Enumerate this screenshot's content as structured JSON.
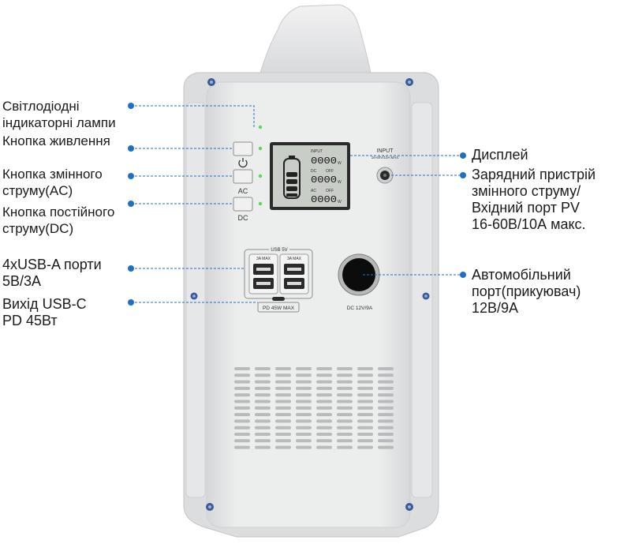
{
  "callouts_left": [
    {
      "id": "led",
      "lines": [
        "Світлодіодні",
        "індикаторні лампи"
      ]
    },
    {
      "id": "power",
      "lines": [
        "Кнопка живлення"
      ]
    },
    {
      "id": "ac",
      "lines": [
        "Кнопка змінного",
        "струму(AC)"
      ]
    },
    {
      "id": "dc",
      "lines": [
        "Кнопка постійного",
        "струму(DC)"
      ]
    },
    {
      "id": "usba",
      "lines": [
        "4xUSB-A порти",
        "5В/3А"
      ]
    },
    {
      "id": "usbc",
      "lines": [
        "Вихід USB-C",
        "PD 45Вт"
      ]
    }
  ],
  "callouts_right": [
    {
      "id": "display",
      "lines": [
        "Дисплей"
      ]
    },
    {
      "id": "charger",
      "lines": [
        "Зарядний пристрій",
        "змінного струму/",
        "Вхідний порт PV",
        "16-60В/10А макс."
      ]
    },
    {
      "id": "car",
      "lines": [
        "Автомобільний",
        "порт(прикуювач)",
        "12В/9А"
      ]
    }
  ],
  "device": {
    "button_ac": "AC",
    "button_dc": "DC",
    "usb_header": "USB 5V",
    "usb_left_max": "3A MAX",
    "usb_right_max": "3A MAX",
    "pd_label": "PD 45W MAX",
    "dc_port_label": "DC 12V/9A",
    "input_label": "INPUT",
    "input_spec": "16-60V/10A MAX",
    "lcd": {
      "input": "INPUT",
      "dc": "DC",
      "ac": "AC",
      "off": "OFF",
      "unit": "W",
      "digits": "0000"
    }
  },
  "colors": {
    "accent": "#1f6fc4",
    "led_green": "#5ed55e",
    "body": "#e3e4e6",
    "body_edge": "#c9cacc",
    "lcd_bg": "#c8cdc8"
  },
  "icons": {
    "power": "power-icon",
    "battery": "battery-icon"
  }
}
